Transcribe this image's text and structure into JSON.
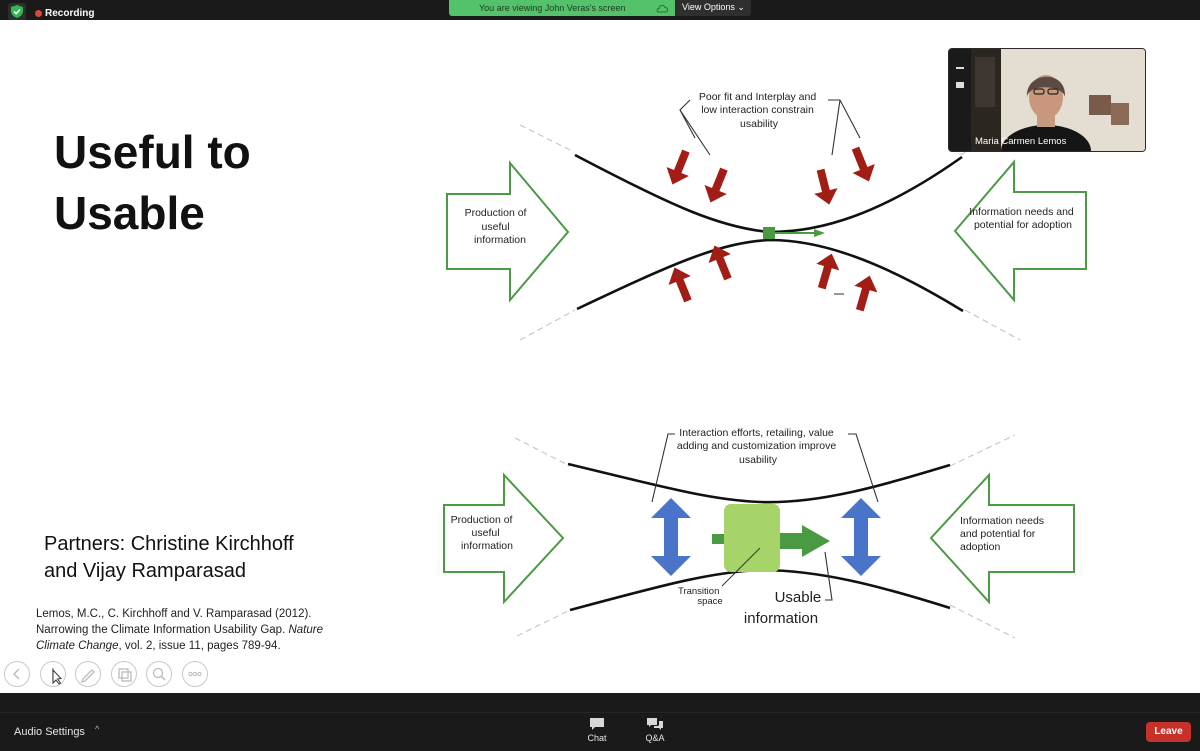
{
  "top_bar": {
    "recording_label": "Recording",
    "viewing_banner": "You are viewing John Veras's screen",
    "view_options_label": "View Options ⌄"
  },
  "slide": {
    "title_lines": [
      "Useful to",
      "Usable"
    ],
    "partners_lines": [
      "Partners: Christine Kirchhoff",
      "and Vijay Ramparasad"
    ],
    "citation": {
      "part1": "Lemos, M.C., C. Kirchhoff and V. Ramparasad (2012). Narrowing the Climate Information Usability Gap. ",
      "journal": "Nature Climate Change",
      "part2": ", vol. 2, issue 11, pages 789-94."
    },
    "top_diagram": {
      "constraint_label": [
        "Poor fit and Interplay and",
        "low interaction constrain",
        "usability"
      ],
      "left_arrow": [
        "Production of",
        "useful",
        "information"
      ],
      "right_arrow": [
        "Information needs and",
        "potential for adoption"
      ],
      "arrow_color": "#a21d16",
      "flow_color": "#4a9a43"
    },
    "bottom_diagram": {
      "effort_label": [
        "Interaction efforts, retailing, value",
        "adding and customization improve",
        "usability"
      ],
      "left_arrow": [
        "Production of",
        "useful",
        "information"
      ],
      "right_arrow": [
        "Information needs",
        "and potential for",
        "adoption"
      ],
      "transition_label": [
        "Transition",
        "space"
      ],
      "usable_label": [
        "Usable",
        "information"
      ],
      "double_arrow_color": "#4a74c9",
      "box_color": "#a7d468"
    }
  },
  "presenter_tools": [
    "previous-icon",
    "pointer-icon",
    "pen-icon",
    "copy-icon",
    "zoom-icon",
    "more-icon"
  ],
  "video": {
    "participant_name": "Maria Carmen Lemos"
  },
  "bottom_bar": {
    "audio_settings": "Audio Settings",
    "chat_label": "Chat",
    "qa_label": "Q&A",
    "leave_label": "Leave"
  }
}
